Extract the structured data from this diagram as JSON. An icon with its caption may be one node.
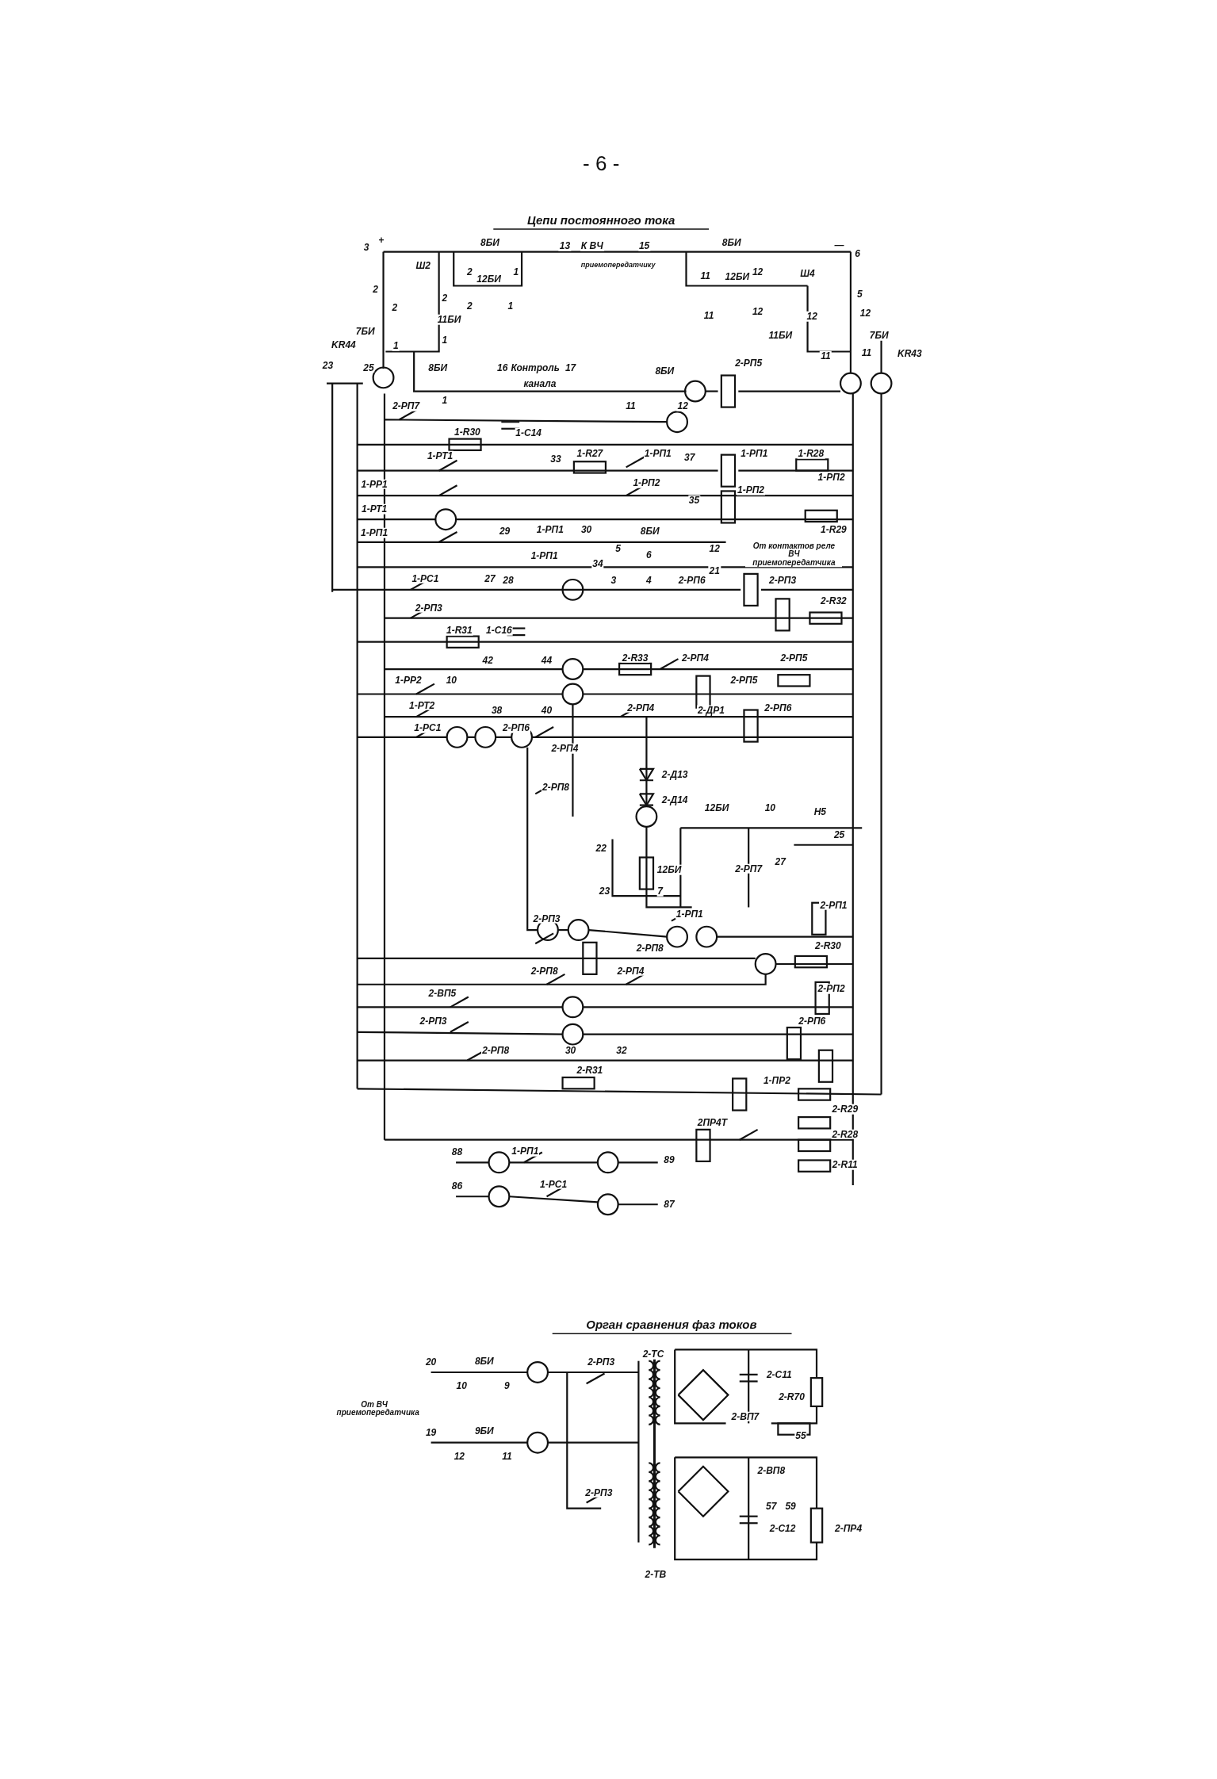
{
  "diagram": {
    "labels": [
      "- 6 -",
      "Цепи постоянного тока",
      "3",
      "+",
      "8БИ",
      "13",
      "К ВЧ",
      "приемопередатчику",
      "15",
      "8БИ",
      "—",
      "6",
      "Ш2",
      "2",
      "12БИ",
      "1",
      "11",
      "12БИ",
      "12",
      "Ш4",
      "2",
      "2",
      "2",
      "2",
      "1",
      "11",
      "12",
      "5",
      "11БИ",
      "12",
      "12",
      "7БИ",
      "1",
      "1",
      "11БИ",
      "7БИ",
      "KR44",
      "11",
      "11",
      "KR43",
      "23",
      "25",
      "8БИ",
      "1",
      "16",
      "Контроль",
      "17",
      "канала",
      "8БИ",
      "11",
      "12",
      "2-РП5",
      "2-РП7",
      "1-R30",
      "1-С14",
      "1-РТ1",
      "33",
      "1-R27",
      "1-РП1",
      "37",
      "1-РП1",
      "1-R28",
      "1-РР1",
      "1-РП2",
      "35",
      "1-РП2",
      "1-РП2",
      "1-РТ1",
      "1-R29",
      "1-РП1",
      "29",
      "1-РП1",
      "30",
      "8БИ",
      "5",
      "6",
      "12",
      "От контактов реле ВЧ приемопередатчика",
      "1-РП1",
      "34",
      "21",
      "1-РС1",
      "27",
      "28",
      "3",
      "4",
      "2-РП6",
      "2-РП3",
      "2-РП3",
      "2-R32",
      "1-R31",
      "1-С16",
      "42",
      "44",
      "2-R33",
      "2-РП4",
      "2-РП5",
      "1-РР2",
      "10",
      "2-РП5",
      "1-РТ2",
      "38",
      "40",
      "2-РП4",
      "2-ДР1",
      "2-РП6",
      "1-РС1",
      "2-РП6",
      "2-РП4",
      "2-РП8",
      "2-Д13",
      "2-Д14",
      "12БИ",
      "10",
      "Н5",
      "25",
      "22",
      "23",
      "12БИ",
      "7",
      "2-РП7",
      "27",
      "2-РП1",
      "2-РП3",
      "1-РП1",
      "2-РП8",
      "2-R30",
      "2-РП8",
      "2-РП4",
      "2-ВП5",
      "2-РП2",
      "2-РП3",
      "2-РП6",
      "2-РП8",
      "30",
      "32",
      "2-R31",
      "1-ПР2",
      "2-R29",
      "2ПР4Т",
      "2-R28",
      "2-R11",
      "88",
      "1-РП1",
      "89",
      "86",
      "1-РС1",
      "87",
      "Орган сравнения фаз токов",
      "20",
      "8БИ",
      "2-ТС",
      "2-РП3",
      "2-С11",
      "10",
      "9",
      "2-R70",
      "От ВЧ приемопередатчика",
      "2-ВП7",
      "55",
      "19",
      "9БИ",
      "12",
      "11",
      "2-ВП8",
      "2-РП3",
      "57",
      "59",
      "2-С12",
      "2-ПР4",
      "2-ТВ"
    ]
  }
}
